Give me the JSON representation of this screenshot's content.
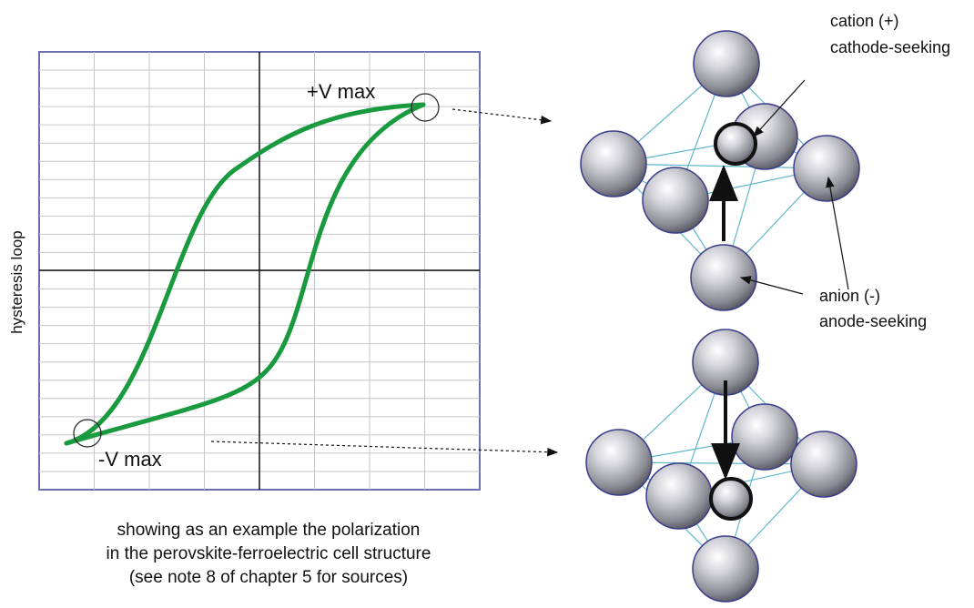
{
  "graph": {
    "ylabel": "hysteresis loop",
    "plus_vmax": "+V max",
    "minus_vmax": "-V max"
  },
  "crystal": {
    "cation_line1": "cation (+)",
    "cation_line2": "cathode-seeking",
    "anion_line1": "anion (-)",
    "anion_line2": "anode-seeking"
  },
  "caption": {
    "line1": "showing as an example the polarization",
    "line2": "in the perovskite-ferroelectric cell structure",
    "line3": "(see note 8 of chapter 5 for sources)"
  },
  "colors": {
    "loop": "#1a9a3f",
    "grid_border": "#6b6fb0",
    "bond": "#5fb7c9",
    "sphere": "#b9b9c2"
  }
}
